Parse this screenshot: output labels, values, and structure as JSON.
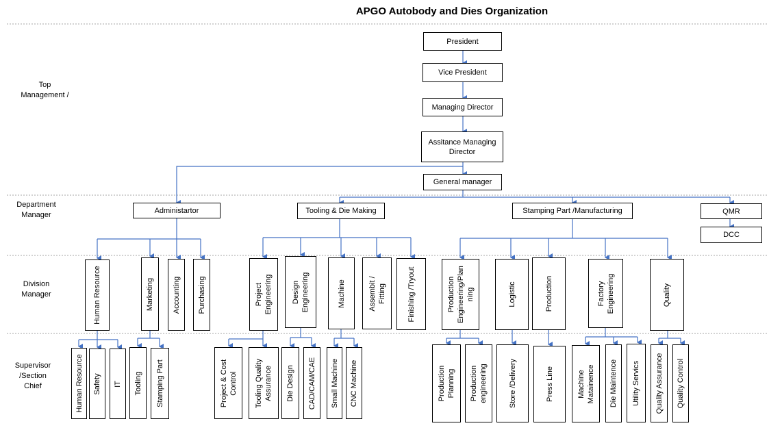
{
  "title": "APGO Autobody and Dies  Organization",
  "bands": {
    "top_management": "Top\nManagement /",
    "department_manager": "Department\nManager",
    "division_manager": "Division\nManager",
    "supervisor": "Supervisor\n/Section\nChief"
  },
  "top": {
    "president": "President",
    "vice_president": "Vice President",
    "managing_director": "Managing Director",
    "assistant_md": "Assitance Managing\nDirector",
    "general_manager": "General manager"
  },
  "departments": {
    "admin": "Administartor",
    "tooling": "Tooling & Die Making",
    "stamping": "Stamping Part /Manufacturing",
    "qmr": "QMR",
    "dcc": "DCC"
  },
  "divisions": {
    "human_resource": "Human Resource",
    "marketing": "Marketing",
    "accounting": "Accounting",
    "purchasing": "Purchasing",
    "project_engineering": "Project\nEngineering",
    "design_engineering": "Design\nEngineering",
    "machine": "Machine",
    "assembly_fitting": "Assembit /\nFitting",
    "finishing_tryout": "Finishing /Tryout",
    "production_engineering": "Production\nEngineering/Plan\nning",
    "logistic": "Logistic",
    "production": "Production",
    "factory_engineering": "Factory\nEngineering",
    "quality": "Quality"
  },
  "sections": {
    "human_resource": "Human Resource",
    "safety": "Safety",
    "it": "IT",
    "tooling": "Tooling",
    "stamping_part": "Stamping Part",
    "project_cost_control": "Project  & Cost\nControl",
    "tooling_quality_assurance": "Tooling Quality\nAssurance",
    "die_design": "Die Design",
    "cad_cam_cae": "CAD/CAM/CAE",
    "small_machine": "Small Machine",
    "cnc_machine": "CNC Machine",
    "production_planning": "Production\nPlanning",
    "production_engineering": "Production\nengineering",
    "store_delivery": "Store /Delivery",
    "press_line": "Press Line",
    "machine_maintenance": "Machine\nMatainence",
    "die_maintenance": "Die Maintence",
    "utility_services": "Utility Servics",
    "quality_assurance": "Quality Assurance",
    "quality_control": "Quality Control"
  },
  "colors": {
    "connector": "#4472c4",
    "divider": "#a6a6a6",
    "border": "#000000"
  }
}
